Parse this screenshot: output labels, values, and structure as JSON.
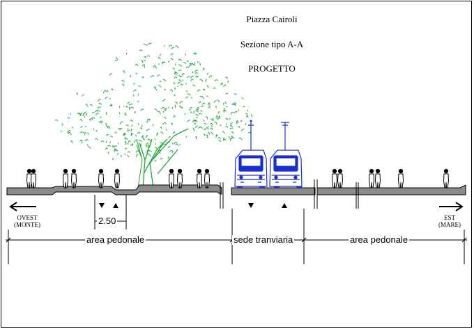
{
  "titles": {
    "line1": "Piazza Cairoli",
    "line2": "Sezione tipo A-A",
    "line3": "PROGETTO"
  },
  "directions": {
    "west_line1": "OVEST",
    "west_line2": "(MONTE)",
    "east_line1": "EST",
    "east_line2": "(MARE)"
  },
  "dimension": "2.50",
  "zones": {
    "left": "area pedonale",
    "center": "sede tranviaria",
    "right": "area pedonale"
  },
  "colors": {
    "tree": "#1fa83a",
    "tram": "#1a2fd0",
    "ground": "#8c8c8c"
  },
  "icons": [
    "tree-icon",
    "tram-icon",
    "pedestrian-icon",
    "arrow-left-icon",
    "arrow-right-icon",
    "track-marker-icon"
  ]
}
